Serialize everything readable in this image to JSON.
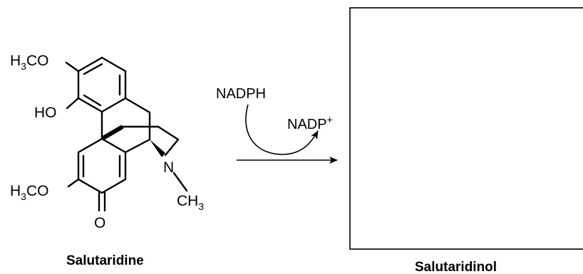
{
  "reactant": {
    "name": "Salutaridine",
    "label_h3co_top": {
      "a": "H",
      "n": "3",
      "b": "CO"
    },
    "label_ho": "HO",
    "label_n": "N",
    "label_ch3": {
      "a": "CH",
      "n": "3"
    },
    "label_h3co_bottom": {
      "a": "H",
      "n": "3",
      "b": "CO"
    },
    "label_o": "O"
  },
  "cofactors": {
    "reductant": "NADPH",
    "oxidized": {
      "a": "NADP",
      "sup": "+"
    }
  },
  "product": {
    "name": "Salutaridinol"
  }
}
